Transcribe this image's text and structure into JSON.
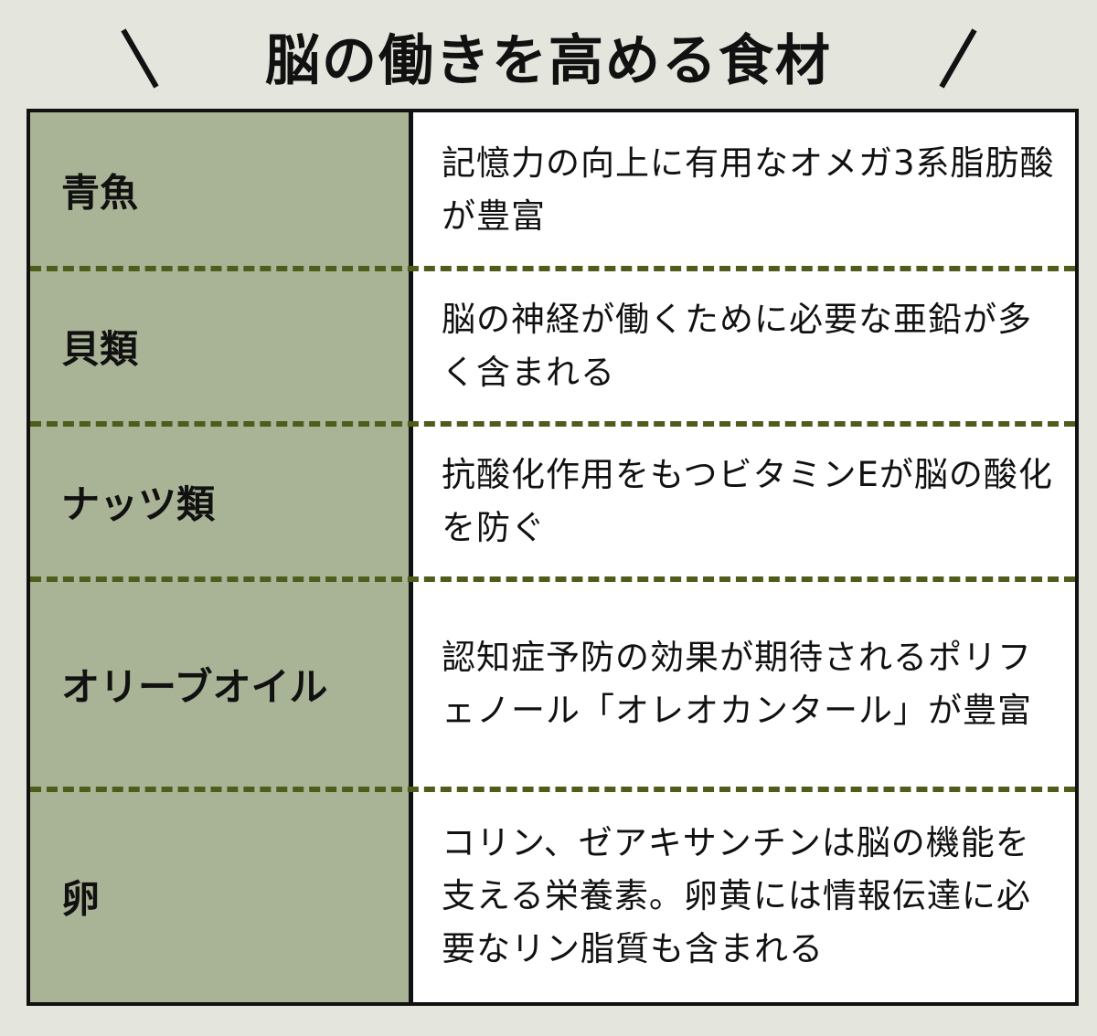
{
  "title": "脳の働きを高める食材",
  "rows": [
    {
      "name": "青魚",
      "desc": "記憶力の向上に有用なオメガ3系脂肪酸が豊富"
    },
    {
      "name": "貝類",
      "desc": "脳の神経が働くために必要な亜鉛が多く含まれる"
    },
    {
      "name": "ナッツ類",
      "desc": "抗酸化作用をもつビタミンEが脳の酸化を防ぐ"
    },
    {
      "name": "オリーブオイル",
      "desc": "認知症予防の効果が期待されるポリフェノール「オレオカンタール」が豊富"
    },
    {
      "name": "卵",
      "desc": "コリン、ゼアキサンチンは脳の機能を支える栄養素。卵黄には情報伝達に必要なリン脂質も含まれる"
    }
  ]
}
